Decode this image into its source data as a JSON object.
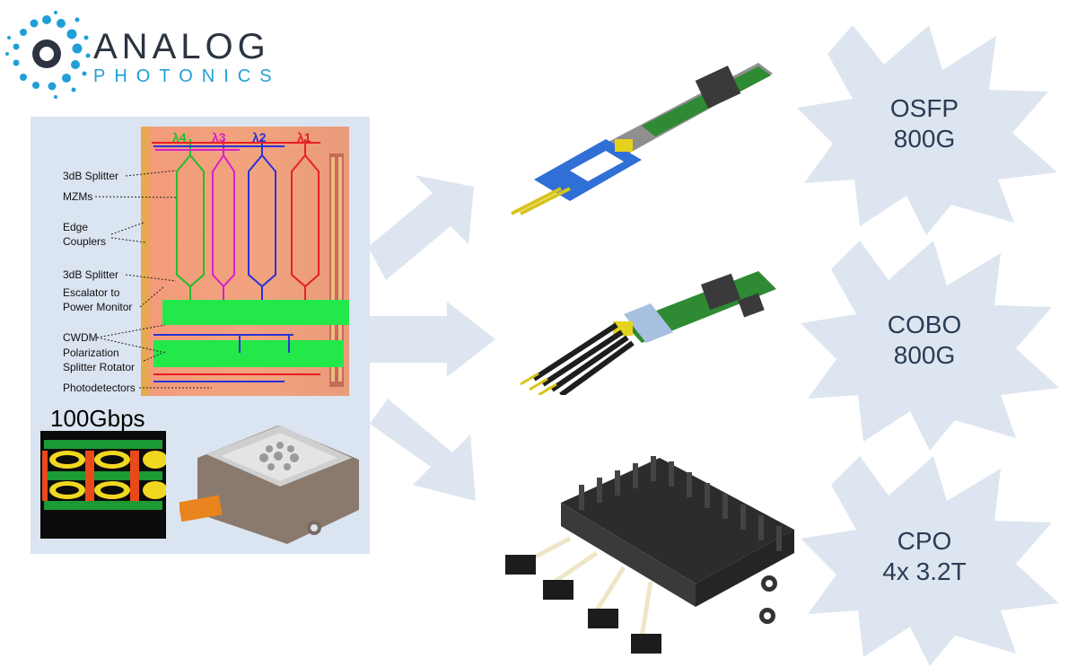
{
  "logo": {
    "line1": "ANALOG",
    "line2": "PHOTONICS"
  },
  "chip": {
    "wavelengths": [
      "λ4",
      "λ3",
      "λ2",
      "λ1"
    ],
    "labels": [
      "3dB Splitter",
      "MZMs",
      "Edge",
      "Couplers",
      "3dB Splitter",
      "Escalator to",
      "Power Monitor",
      "CWDM",
      "Polarization",
      "Splitter Rotator",
      "Photodetectors"
    ]
  },
  "eye_diagram": {
    "rate": "100Gbps"
  },
  "products": [
    {
      "name": "OSFP",
      "capacity": "800G"
    },
    {
      "name": "COBO",
      "capacity": "800G"
    },
    {
      "name": "CPO",
      "capacity": "4x 3.2T"
    }
  ],
  "colors": {
    "panel_bg": "#dbe4f1",
    "arrow": "#dde5f0",
    "burst": "#dde5f0",
    "burst_text": "#2a3c55",
    "logo_accent": "#1f9fd6"
  }
}
